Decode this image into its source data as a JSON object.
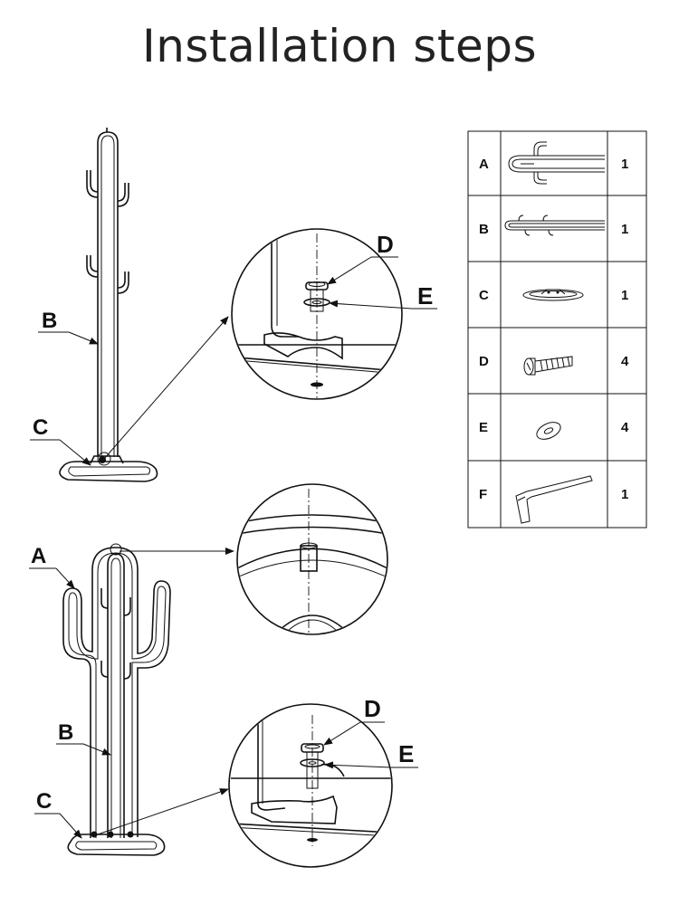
{
  "title": "Installation steps",
  "step1": {
    "label_B": "B",
    "label_C": "C",
    "detail_label_D": "D",
    "detail_label_E": "E"
  },
  "step2": {
    "label_A": "A",
    "label_B": "B",
    "label_C": "C",
    "detail_label_D": "D",
    "detail_label_E": "E"
  },
  "parts_table": {
    "rows": [
      {
        "letter": "A",
        "icon": "cactus-arm-icon",
        "qty": "1"
      },
      {
        "letter": "B",
        "icon": "cactus-trunk-icon",
        "qty": "1"
      },
      {
        "letter": "C",
        "icon": "base-plate-icon",
        "qty": "1"
      },
      {
        "letter": "D",
        "icon": "screw-icon",
        "qty": "4"
      },
      {
        "letter": "E",
        "icon": "washer-icon",
        "qty": "4"
      },
      {
        "letter": "F",
        "icon": "allen-key-icon",
        "qty": "1"
      }
    ]
  }
}
